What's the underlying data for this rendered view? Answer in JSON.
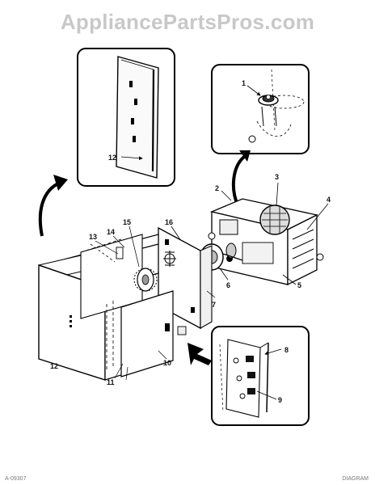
{
  "watermark": "AppliancePartsPros.com",
  "footer": {
    "left": "A-09307",
    "right": "DIAGRAM"
  },
  "callouts": {
    "c1": "1",
    "c2": "2",
    "c3": "3",
    "c4": "4",
    "c5": "5",
    "c6": "6",
    "c7": "7",
    "c8": "8",
    "c9": "9",
    "c10": "10",
    "c11": "11",
    "c12_cab": "12",
    "c12_panel": "12",
    "c13": "13",
    "c14": "14",
    "c15": "15",
    "c16": "16"
  }
}
